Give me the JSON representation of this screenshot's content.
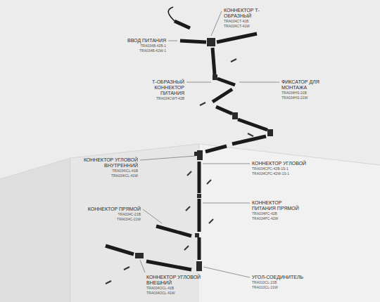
{
  "diagram": {
    "labels": [
      "КОННЕКТОР Т-ОБРАЗНЫЙ",
      "TRA034CT-41B",
      "TRA034CT-41W",
      "ВВОД ПИТАНИЯ",
      "TRA034B-42B-1",
      "TRA034B-42W-1",
      "Т-ОБРАЗНЫЙ КОННЕКТОР ПИТАНИЯ",
      "TRA034CWT-42B",
      "ФИКСАТОР ДЛЯ МОНТАЖА",
      "TRA034HS-21B",
      "TRA034HS-21W",
      "КОННЕКТОР УГЛОВОЙ ВНУТРЕННИЙ",
      "TRA034ICL-41B",
      "TRA034ICL-41W",
      "КОННЕКТОР УГЛОВОЙ",
      "TRA034CPC-42B-1S-1",
      "TRA034CPC-42W-1S-1",
      "КОННЕКТОР ПРЯМОЙ",
      "TRA034C-21B",
      "TRA034C-21W",
      "КОННЕКТОР ПИТАНИЯ ПРЯМОЙ",
      "TRA034PC-42B",
      "TRA034PC-42W",
      "КОННЕКТОР УГЛОВОЙ ВНЕШНИЙ",
      "TRA034OCL-41B",
      "TRA034OCL-41W",
      "УГОЛ-СОЕДИНИТЕЛЬ",
      "TRA010CL-21B",
      "TRA010CL-21W"
    ]
  }
}
